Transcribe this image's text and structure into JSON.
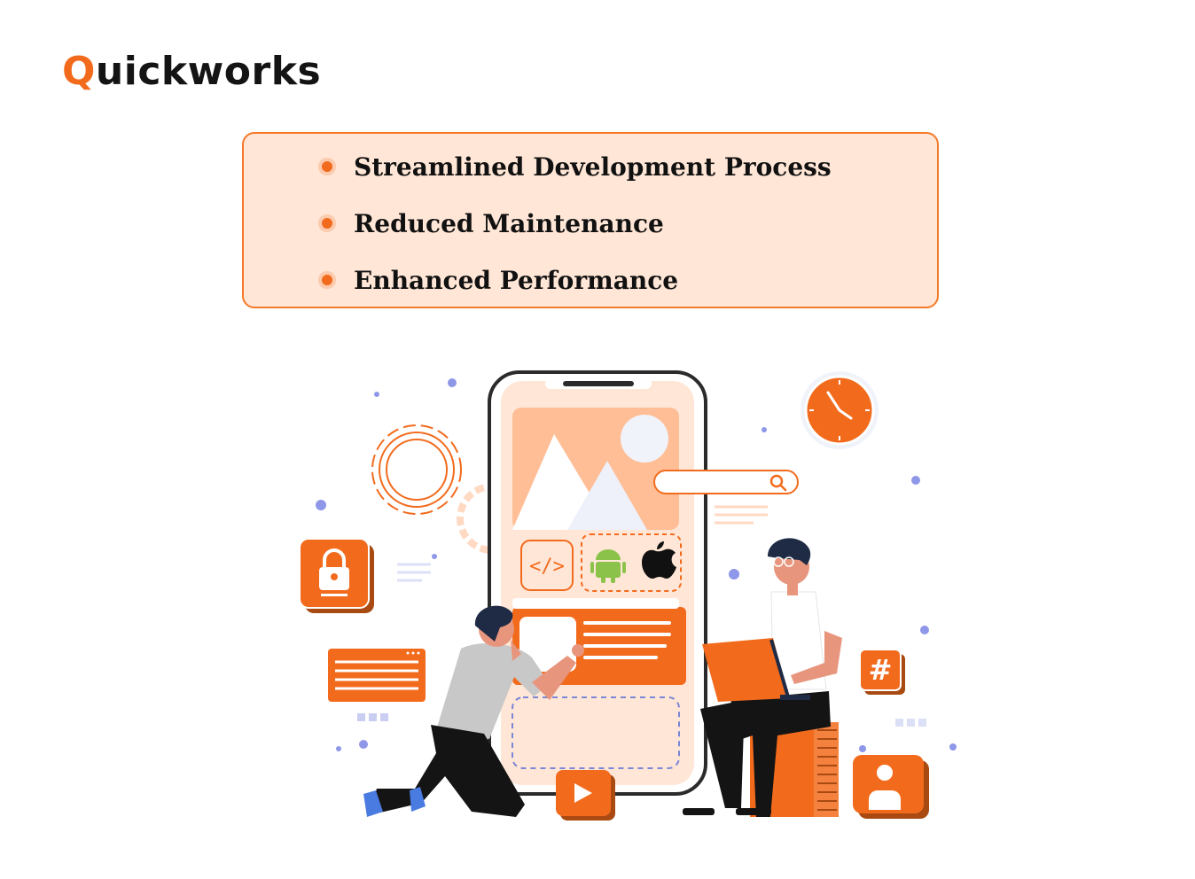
{
  "brand": {
    "logo_initial": "Q",
    "logo_rest": "uickworks",
    "accent_color": "#F26B1D"
  },
  "benefits": [
    {
      "label": "Streamlined Development Process"
    },
    {
      "label": "Reduced Maintenance"
    },
    {
      "label": "Enhanced Performance"
    }
  ],
  "illustration": {
    "icons": [
      "gear-icon",
      "lock-icon",
      "clock-icon",
      "search-icon",
      "code-icon",
      "android-icon",
      "apple-icon",
      "hashtag-icon",
      "play-icon",
      "user-icon"
    ],
    "colors": {
      "orange": "#F26B1D",
      "peach": "#FFE6D6",
      "dark": "#1F2A44"
    }
  }
}
